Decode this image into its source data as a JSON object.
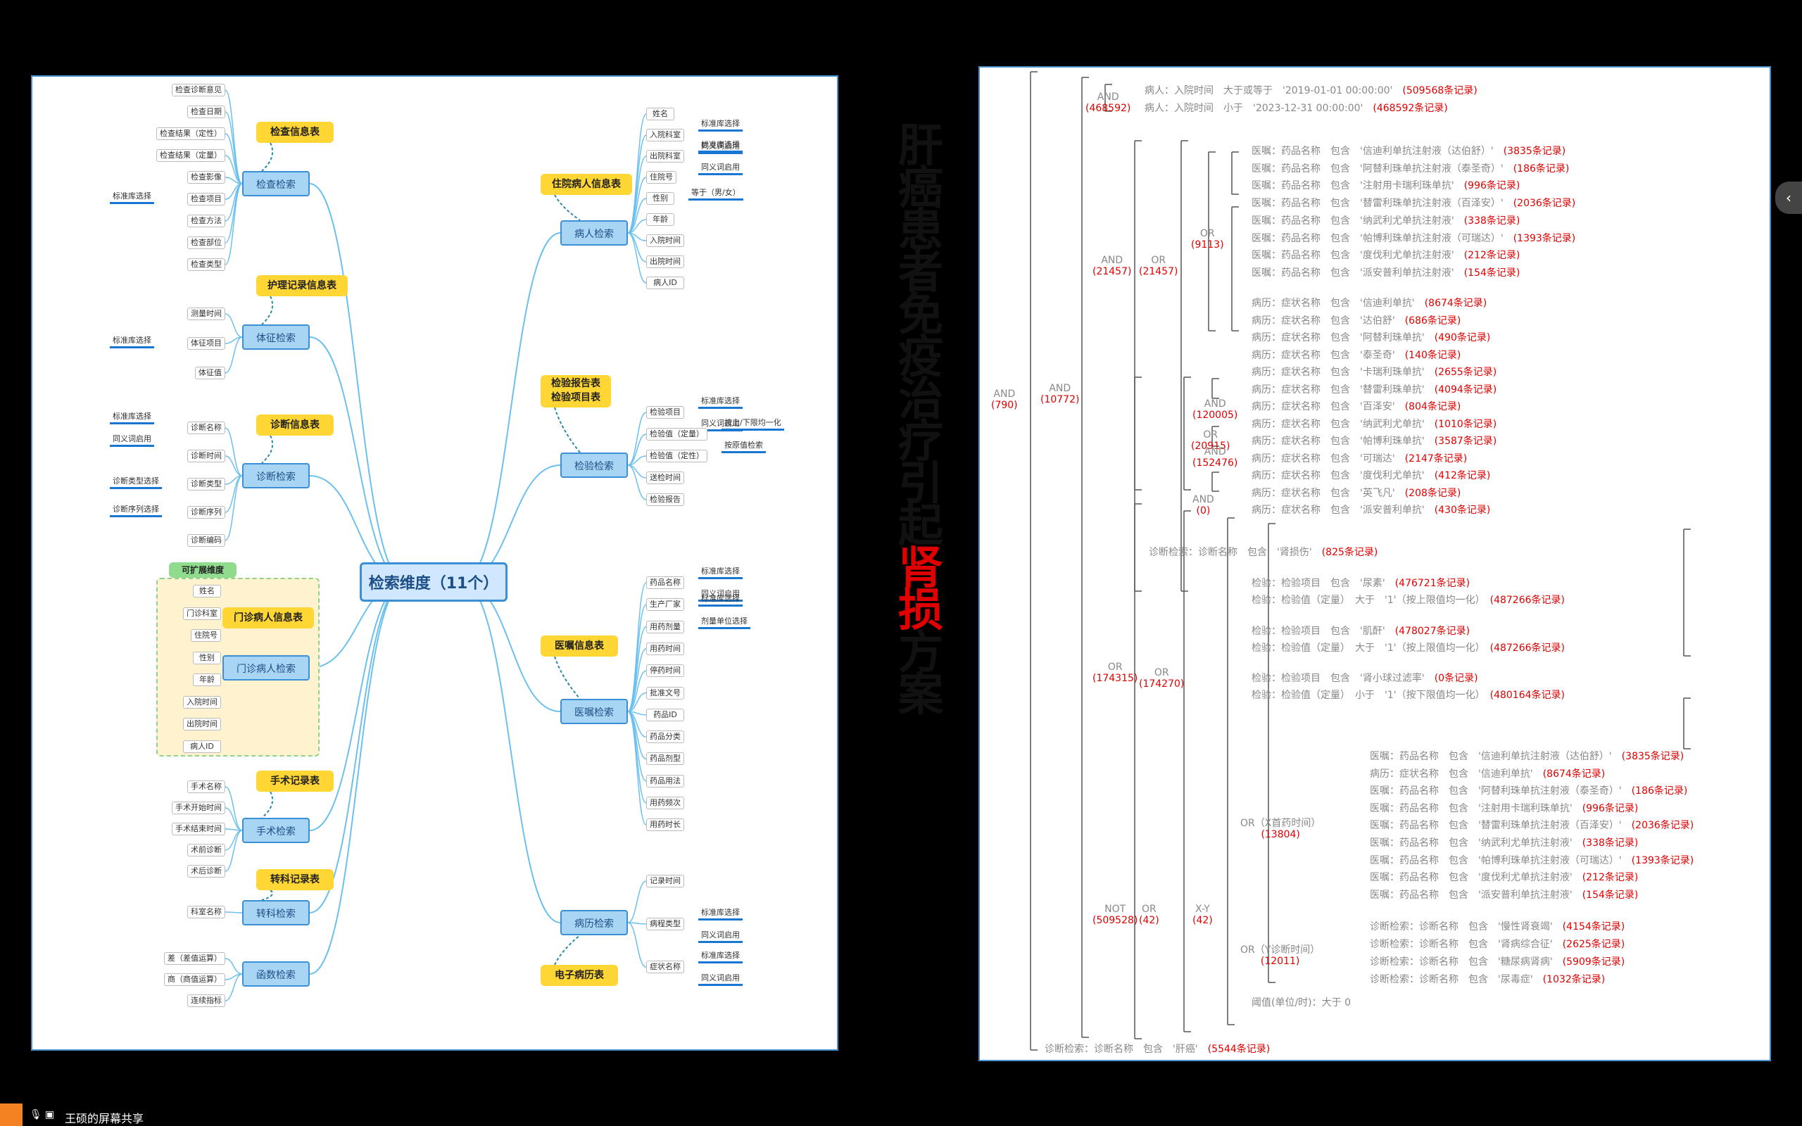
{
  "title_chars": [
    "肝",
    "癌",
    "患",
    "者",
    "免",
    "疫",
    "治",
    "疗",
    "引",
    "起",
    "肾",
    "损",
    "方",
    "案"
  ],
  "title_red_indexes": [
    10,
    11
  ],
  "screen_share_label": "王硕的屏幕共享",
  "left": {
    "center": "检索维度（11个）",
    "extensible_label": "可扩展维度",
    "categories": [
      {
        "name": "检查检索",
        "tag": "检查信息表",
        "leaves": [
          "检查诊断意见",
          "检查日期",
          "检查结果（定性）",
          "检查结果（定量）",
          "检查影像",
          "检查项目",
          "检查方法",
          "检查部位",
          "检查类型"
        ],
        "sub": {
          "检查项目": "标准库选择"
        }
      },
      {
        "name": "体征检索",
        "tag": "护理记录信息表",
        "leaves": [
          "测量时间",
          "体征项目",
          "体征值"
        ],
        "sub": {
          "体征项目": "标准库选择"
        }
      },
      {
        "name": "诊断检索",
        "tag": "诊断信息表",
        "leaves": [
          "诊断名称",
          "诊断时间",
          "诊断类型",
          "诊断序列",
          "诊断编码"
        ],
        "sub": {
          "诊断名称": [
            "标准库选择",
            "同义词启用"
          ],
          "诊断类型": "诊断类型选择",
          "诊断序列": "诊断序列选择"
        }
      },
      {
        "name": "门诊病人检索",
        "tag": "门诊病人信息表",
        "leaves": [
          "姓名",
          "门诊科室",
          "住院号",
          "性别",
          "年龄",
          "入院时间",
          "出院时间",
          "病人ID"
        ]
      },
      {
        "name": "手术检索",
        "tag": "手术记录表",
        "leaves": [
          "手术名称",
          "手术开始时间",
          "手术结束时间",
          "术前诊断",
          "术后诊断"
        ]
      },
      {
        "name": "转科检索",
        "tag": "转科记录表",
        "leaves": [
          "科室名称"
        ]
      },
      {
        "name": "函数检索",
        "tag": "",
        "leaves": [
          "差（差值运算）",
          "商（商值运算）",
          "连续指标"
        ]
      },
      {
        "name": "病人检索",
        "tag": "住院病人信息表",
        "leaves": [
          "姓名",
          "入院科室",
          "出院科室",
          "住院号",
          "性别",
          "年龄",
          "入院时间",
          "出院时间",
          "病人ID"
        ],
        "sub": {
          "入院科室": [
            "标准库选择",
            "同义词启用"
          ],
          "出院科室": [
            "标准库选择",
            "同义词启用"
          ],
          "性别": "等于（男/女）"
        }
      },
      {
        "name": "检验检索",
        "tag": "检验报告表\n检验项目表",
        "leaves": [
          "检验项目",
          "检验值（定量）",
          "检验值（定性）",
          "送检时间",
          "检验报告"
        ],
        "sub": {
          "检验项目": [
            "标准库选择",
            "同义词启用"
          ],
          "检验值（定量）": [
            "按上/下限均一化",
            "按原值检索"
          ]
        }
      },
      {
        "name": "医嘱检索",
        "tag": "医嘱信息表",
        "leaves": [
          "药品名称",
          "生产厂家",
          "用药剂量",
          "用药时间",
          "停药时间",
          "批准文号",
          "药品ID",
          "药品分类",
          "药品剂型",
          "药品用法",
          "用药频次",
          "用药时长"
        ],
        "sub": {
          "药品名称": [
            "标准库选择",
            "同义词启用"
          ],
          "生产厂家": "标准库选择",
          "用药剂量": "剂量单位选择"
        }
      },
      {
        "name": "病历检索",
        "tag": "电子病历表",
        "leaves": [
          "记录时间",
          "病程类型",
          "症状名称"
        ],
        "sub": {
          "病程类型": [
            "标准库选择",
            "同义词启用"
          ],
          "症状名称": [
            "标准库选择",
            "同义词启用"
          ]
        }
      }
    ]
  },
  "right": {
    "ops": {
      "root": {
        "op": "AND",
        "cnt": "(790)"
      },
      "l1": {
        "op": "AND",
        "cnt": "(10772)"
      },
      "date_and": {
        "op": "AND",
        "cnt": "(468592)"
      },
      "and2": {
        "op": "AND",
        "cnt": "(21457)"
      },
      "or2": {
        "op": "OR",
        "cnt": "(21457)"
      },
      "or_drug": {
        "op": "OR",
        "cnt": "(9113)"
      },
      "or_sym": {
        "op": "OR",
        "cnt": "(20915)"
      },
      "or3": {
        "op": "OR",
        "cnt": "(174315)"
      },
      "or4": {
        "op": "OR",
        "cnt": "(174270)"
      },
      "and_a": {
        "op": "AND",
        "cnt": "(120005)"
      },
      "and_b": {
        "op": "AND",
        "cnt": "(152476)"
      },
      "and_c": {
        "op": "AND",
        "cnt": "(0)"
      },
      "not": {
        "op": "NOT",
        "cnt": "(509528)"
      },
      "or5": {
        "op": "OR",
        "cnt": "(42)"
      },
      "xy": {
        "op": "X-Y",
        "cnt": "(42)"
      },
      "or_x": {
        "op": "OR（X首药时间）",
        "cnt": "(13804)"
      },
      "or_y": {
        "op": "OR（Y诊断时间）",
        "cnt": "(12011)"
      }
    },
    "date_lines": [
      {
        "t": "病人：入院时间　大于或等于　'2019-01-01 00:00:00'",
        "c": "(509568条记录)"
      },
      {
        "t": "病人：入院时间　小于　'2023-12-31 00:00:00'",
        "c": "(468592条记录)"
      }
    ],
    "drug_lines": [
      {
        "t": "医嘱：药品名称　包含　'信迪利单抗注射液（达伯舒）'",
        "c": "(3835条记录)"
      },
      {
        "t": "医嘱：药品名称　包含　'阿替利珠单抗注射液（泰圣奇）'",
        "c": "(186条记录)"
      },
      {
        "t": "医嘱：药品名称　包含　'注射用卡瑞利珠单抗'",
        "c": "(996条记录)"
      },
      {
        "t": "医嘱：药品名称　包含　'替雷利珠单抗注射液（百泽安）'",
        "c": "(2036条记录)"
      },
      {
        "t": "医嘱：药品名称　包含　'纳武利尤单抗注射液'",
        "c": "(338条记录)"
      },
      {
        "t": "医嘱：药品名称　包含　'帕博利珠单抗注射液（可瑞达）'",
        "c": "(1393条记录)"
      },
      {
        "t": "医嘱：药品名称　包含　'度伐利尤单抗注射液'",
        "c": "(212条记录)"
      },
      {
        "t": "医嘱：药品名称　包含　'派安普利单抗注射液'",
        "c": "(154条记录)"
      }
    ],
    "sym_lines": [
      {
        "t": "病历：症状名称　包含　'信迪利单抗'",
        "c": "(8674条记录)"
      },
      {
        "t": "病历：症状名称　包含　'达伯舒'",
        "c": "(686条记录)"
      },
      {
        "t": "病历：症状名称　包含　'阿替利珠单抗'",
        "c": "(490条记录)"
      },
      {
        "t": "病历：症状名称　包含　'泰圣奇'",
        "c": "(140条记录)"
      },
      {
        "t": "病历：症状名称　包含　'卡瑞利珠单抗'",
        "c": "(2655条记录)"
      },
      {
        "t": "病历：症状名称　包含　'替雷利珠单抗'",
        "c": "(4094条记录)"
      },
      {
        "t": "病历：症状名称　包含　'百泽安'",
        "c": "(804条记录)"
      },
      {
        "t": "病历：症状名称　包含　'纳武利尤单抗'",
        "c": "(1010条记录)"
      },
      {
        "t": "病历：症状名称　包含　'帕博利珠单抗'",
        "c": "(3587条记录)"
      },
      {
        "t": "病历：症状名称　包含　'可瑞达'",
        "c": "(2147条记录)"
      },
      {
        "t": "病历：症状名称　包含　'度伐利尤单抗'",
        "c": "(412条记录)"
      },
      {
        "t": "病历：症状名称　包含　'英飞凡'",
        "c": "(208条记录)"
      },
      {
        "t": "病历：症状名称　包含　'派安普利单抗'",
        "c": "(430条记录)"
      }
    ],
    "diag1": {
      "t": "诊断检索：诊断名称　包含　'肾损伤'",
      "c": "(825条记录)"
    },
    "lab_lines": [
      {
        "t": "检验：检验项目　包含　'尿素'",
        "c": "(476721条记录)"
      },
      {
        "t": "检验：检验值（定量）　大于　'1'（按上限值均一化）",
        "c": "(487266条记录)"
      },
      {
        "t": "检验：检验项目　包含　'肌酐'",
        "c": "(478027条记录)"
      },
      {
        "t": "检验：检验值（定量）　大于　'1'（按上限值均一化）",
        "c": "(487266条记录)"
      },
      {
        "t": "检验：检验项目　包含　'肾小球过滤率'",
        "c": "(0条记录)"
      },
      {
        "t": "检验：检验值（定量）　小于　'1'（按下限值均一化）",
        "c": "(480164条记录)"
      }
    ],
    "x_lines": [
      {
        "t": "医嘱：药品名称　包含　'信迪利单抗注射液（达伯舒）'",
        "c": "(3835条记录)"
      },
      {
        "t": "病历：症状名称　包含　'信迪利单抗'",
        "c": "(8674条记录)"
      },
      {
        "t": "医嘱：药品名称　包含　'阿替利珠单抗注射液（泰圣奇）'",
        "c": "(186条记录)"
      },
      {
        "t": "医嘱：药品名称　包含　'注射用卡瑞利珠单抗'",
        "c": "(996条记录)"
      },
      {
        "t": "医嘱：药品名称　包含　'替雷利珠单抗注射液（百泽安）'",
        "c": "(2036条记录)"
      },
      {
        "t": "医嘱：药品名称　包含　'纳武利尤单抗注射液'",
        "c": "(338条记录)"
      },
      {
        "t": "医嘱：药品名称　包含　'帕博利珠单抗注射液（可瑞达）'",
        "c": "(1393条记录)"
      },
      {
        "t": "医嘱：药品名称　包含　'度伐利尤单抗注射液'",
        "c": "(212条记录)"
      },
      {
        "t": "医嘱：药品名称　包含　'派安普利单抗注射液'",
        "c": "(154条记录)"
      }
    ],
    "y_lines": [
      {
        "t": "诊断检索：诊断名称　包含　'慢性肾衰竭'",
        "c": "(4154条记录)"
      },
      {
        "t": "诊断检索：诊断名称　包含　'肾病综合征'",
        "c": "(2625条记录)"
      },
      {
        "t": "诊断检索：诊断名称　包含　'糖尿病肾病'",
        "c": "(5909条记录)"
      },
      {
        "t": "诊断检索：诊断名称　包含　'尿毒症'",
        "c": "(1032条记录)"
      }
    ],
    "threshold": {
      "t": "阈值(单位/时)：大于 0",
      "c": ""
    },
    "diag_final": {
      "t": "诊断检索：诊断名称　包含　'肝癌'",
      "c": "(5544条记录)"
    }
  }
}
